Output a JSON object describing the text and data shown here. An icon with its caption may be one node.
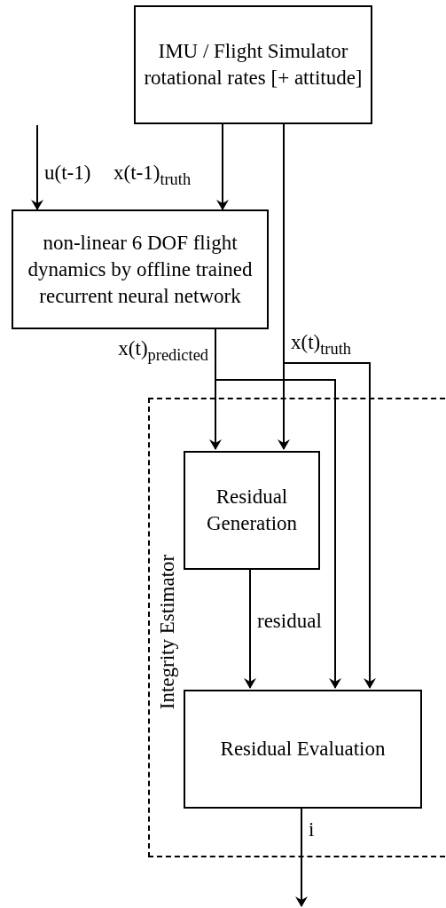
{
  "diagram": {
    "nodes": [
      {
        "text": [
          "IMU / Flight Simulator rotational rates [+ attitude]"
        ]
      },
      {
        "text": [
          "non-linear 6 DOF flight dynamics by offline trained recurrent neural network"
        ]
      },
      {
        "text": [
          "Integrity Estimator"
        ]
      },
      {
        "text": [
          "Residual Generation"
        ],
        "in": 2
      },
      {
        "text": [
          "Residual Evaluation"
        ],
        "in": 2
      }
    ],
    "edges": [
      {
        "from": null,
        "to": 1,
        "arrow": "to",
        "label": "u(t-1)"
      },
      {
        "from": 0,
        "to": 1,
        "arrow": "to",
        "label": "x(t-1)$_{truth}$"
      },
      {
        "from": 0,
        "to": 3,
        "arrow": "to"
      },
      {
        "from": 0,
        "to": 4,
        "arrow": "to",
        "label": "x(t)$_{truth}$"
      },
      {
        "from": 1,
        "to": 3,
        "arrow": "to",
        "label": "x(t)$_{predicted}$"
      },
      {
        "from": 1,
        "to": 4,
        "arrow": "to"
      },
      {
        "from": 3,
        "to": 4,
        "arrow": "to",
        "label": "residual"
      },
      {
        "from": 4,
        "to": null,
        "arrow": "to",
        "label": "i"
      }
    ]
  }
}
